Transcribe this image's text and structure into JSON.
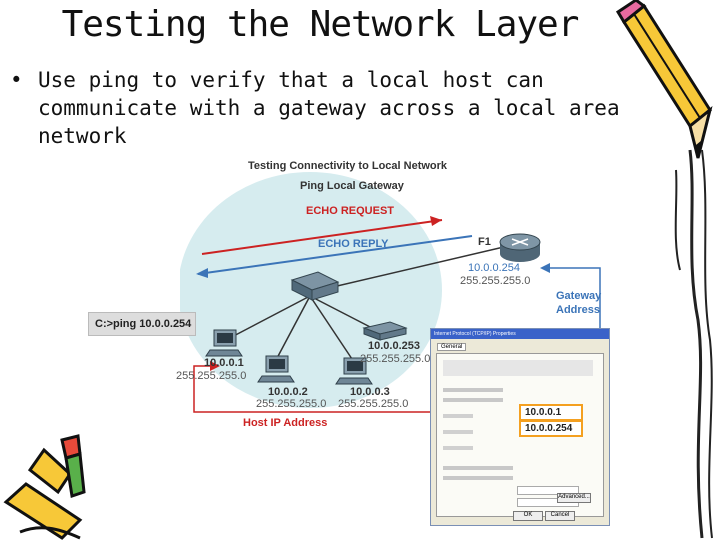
{
  "slide": {
    "title": "Testing the Network Layer",
    "bullet": "Use ping to verify that a local host can communicate with a gateway across a local area network",
    "bullet_symbol": "•"
  },
  "diagram": {
    "heading": "Testing Connectivity to Local Network",
    "subheading": "Ping Local Gateway",
    "echo_request": "ECHO REQUEST",
    "echo_reply": "ECHO REPLY",
    "router_name": "F1",
    "router_ip": "10.0.0.254",
    "router_mask": "255.255.255.0",
    "gateway_label_1": "Gateway",
    "gateway_label_2": "Address",
    "ping_command": "C:>ping 10.0.0.254",
    "hosts": [
      {
        "ip": "10.0.0.1",
        "mask": "255.255.255.0"
      },
      {
        "ip": "10.0.0.2",
        "mask": "255.255.255.0"
      },
      {
        "ip": "10.0.0.3",
        "mask": "255.255.255.0"
      },
      {
        "ip": "10.0.0.253",
        "mask": "255.255.255.0"
      }
    ],
    "host_ip_label": "Host IP Address",
    "dialog": {
      "title": "Internet Protocol (TCP/IP) Properties",
      "tab": "General",
      "ip_value": "10.0.0.1",
      "gateway_value": "10.0.0.254",
      "ok": "OK",
      "cancel": "Cancel",
      "advanced": "Advanced..."
    },
    "colors": {
      "red": "#cc2222",
      "blue": "#3b74b8",
      "orange": "#f4a020",
      "lan": "#d6ecef"
    }
  }
}
